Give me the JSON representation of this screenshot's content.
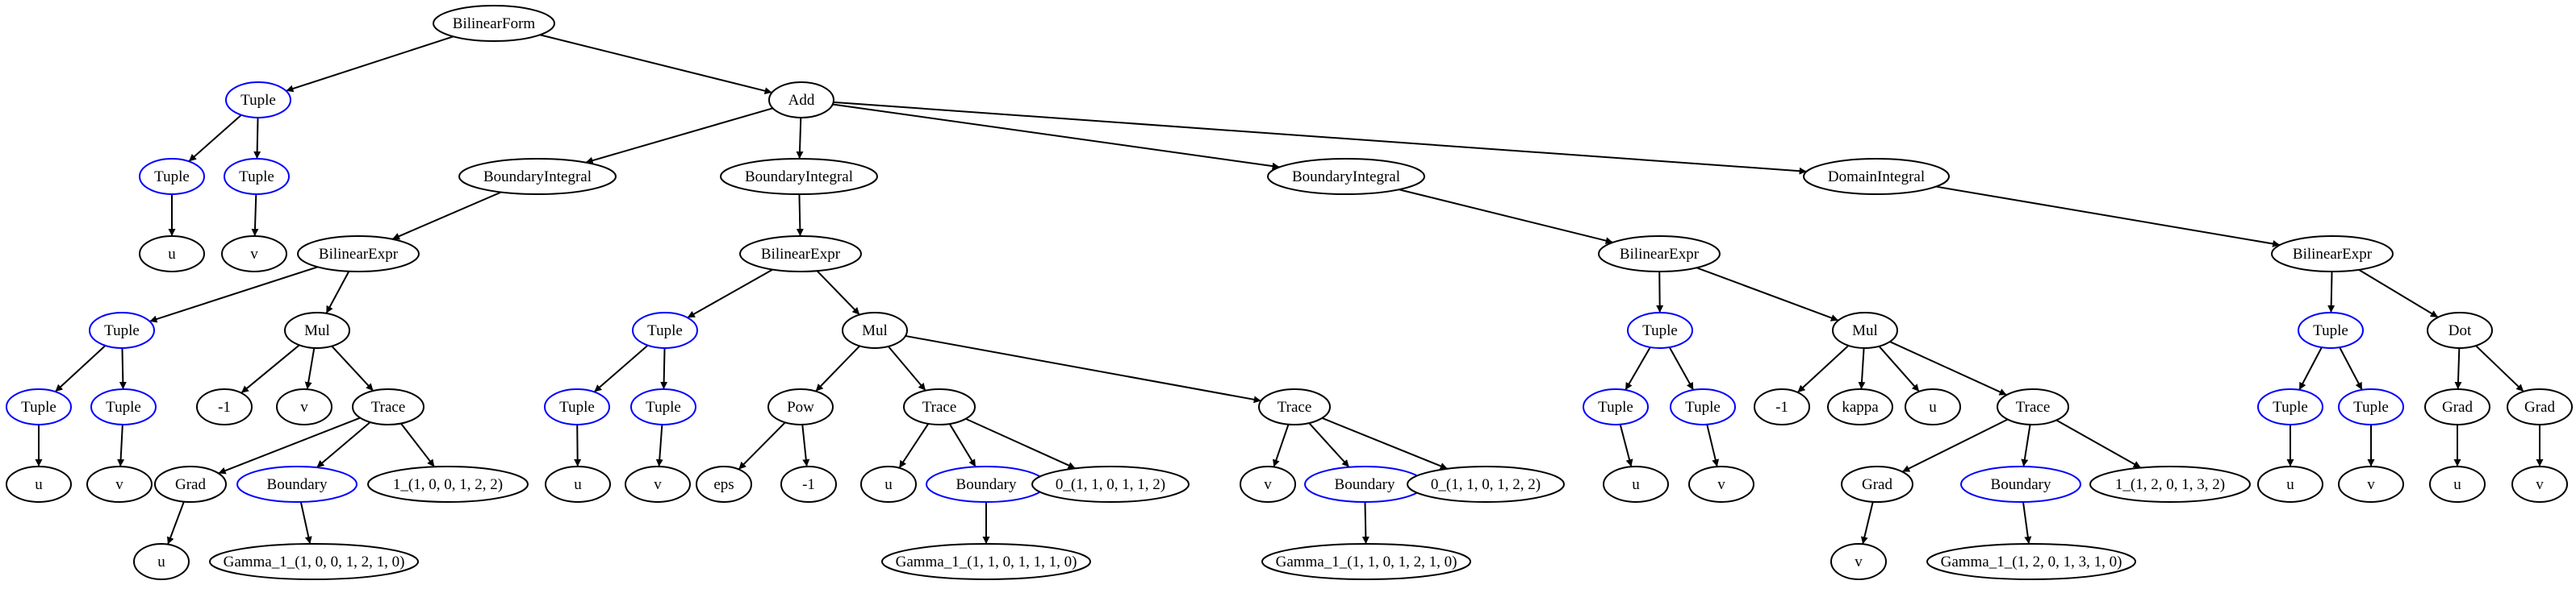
{
  "colors": {
    "default_stroke": "#000000",
    "tuple_stroke": "#0000ff",
    "boundary_stroke": "#0000ff",
    "text": "#000000",
    "background": "#ffffff"
  },
  "nodes": [
    {
      "id": "n0",
      "label": "BilinearForm",
      "kind": "default"
    },
    {
      "id": "n1",
      "label": "Tuple",
      "kind": "tuple"
    },
    {
      "id": "n2",
      "label": "Tuple",
      "kind": "tuple"
    },
    {
      "id": "n3",
      "label": "Tuple",
      "kind": "tuple"
    },
    {
      "id": "n4",
      "label": "u",
      "kind": "default"
    },
    {
      "id": "n5",
      "label": "v",
      "kind": "default"
    },
    {
      "id": "n6",
      "label": "Add",
      "kind": "default"
    },
    {
      "id": "n7",
      "label": "BoundaryIntegral",
      "kind": "default"
    },
    {
      "id": "n8",
      "label": "BoundaryIntegral",
      "kind": "default"
    },
    {
      "id": "n9",
      "label": "BoundaryIntegral",
      "kind": "default"
    },
    {
      "id": "n10",
      "label": "DomainIntegral",
      "kind": "default"
    },
    {
      "id": "n11",
      "label": "BilinearExpr",
      "kind": "default"
    },
    {
      "id": "n12",
      "label": "Tuple",
      "kind": "tuple"
    },
    {
      "id": "n13",
      "label": "Tuple",
      "kind": "tuple"
    },
    {
      "id": "n14",
      "label": "Tuple",
      "kind": "tuple"
    },
    {
      "id": "n15",
      "label": "u",
      "kind": "default"
    },
    {
      "id": "n16",
      "label": "v",
      "kind": "default"
    },
    {
      "id": "n17",
      "label": "Mul",
      "kind": "default"
    },
    {
      "id": "n18",
      "label": "-1",
      "kind": "default"
    },
    {
      "id": "n19",
      "label": "v",
      "kind": "default"
    },
    {
      "id": "n20",
      "label": "Trace",
      "kind": "default"
    },
    {
      "id": "n21",
      "label": "Grad",
      "kind": "default"
    },
    {
      "id": "n22",
      "label": "u",
      "kind": "default"
    },
    {
      "id": "n23",
      "label": "Boundary",
      "kind": "boundary"
    },
    {
      "id": "n24",
      "label": "Gamma_1_(1, 0, 0, 1, 2, 1, 0)",
      "kind": "default"
    },
    {
      "id": "n25",
      "label": "1_(1, 0, 0, 1, 2, 2)",
      "kind": "default"
    },
    {
      "id": "n26",
      "label": "BilinearExpr",
      "kind": "default"
    },
    {
      "id": "n27",
      "label": "Tuple",
      "kind": "tuple"
    },
    {
      "id": "n28",
      "label": "Tuple",
      "kind": "tuple"
    },
    {
      "id": "n29",
      "label": "Tuple",
      "kind": "tuple"
    },
    {
      "id": "n30",
      "label": "u",
      "kind": "default"
    },
    {
      "id": "n31",
      "label": "v",
      "kind": "default"
    },
    {
      "id": "n32",
      "label": "Mul",
      "kind": "default"
    },
    {
      "id": "n33",
      "label": "Pow",
      "kind": "default"
    },
    {
      "id": "n34",
      "label": "eps",
      "kind": "default"
    },
    {
      "id": "n35",
      "label": "-1",
      "kind": "default"
    },
    {
      "id": "n36",
      "label": "Trace",
      "kind": "default"
    },
    {
      "id": "n37",
      "label": "u",
      "kind": "default"
    },
    {
      "id": "n38",
      "label": "Boundary",
      "kind": "boundary"
    },
    {
      "id": "n39",
      "label": "Gamma_1_(1, 1, 0, 1, 1, 1, 0)",
      "kind": "default"
    },
    {
      "id": "n40",
      "label": "0_(1, 1, 0, 1, 1, 2)",
      "kind": "default"
    },
    {
      "id": "n41",
      "label": "Trace",
      "kind": "default"
    },
    {
      "id": "n42",
      "label": "v",
      "kind": "default"
    },
    {
      "id": "n43",
      "label": "Boundary",
      "kind": "boundary"
    },
    {
      "id": "n44",
      "label": "Gamma_1_(1, 1, 0, 1, 2, 1, 0)",
      "kind": "default"
    },
    {
      "id": "n45",
      "label": "0_(1, 1, 0, 1, 2, 2)",
      "kind": "default"
    },
    {
      "id": "n46",
      "label": "BilinearExpr",
      "kind": "default"
    },
    {
      "id": "n47",
      "label": "Tuple",
      "kind": "tuple"
    },
    {
      "id": "n48",
      "label": "Tuple",
      "kind": "tuple"
    },
    {
      "id": "n49",
      "label": "Tuple",
      "kind": "tuple"
    },
    {
      "id": "n50",
      "label": "u",
      "kind": "default"
    },
    {
      "id": "n51",
      "label": "v",
      "kind": "default"
    },
    {
      "id": "n52",
      "label": "Mul",
      "kind": "default"
    },
    {
      "id": "n53",
      "label": "-1",
      "kind": "default"
    },
    {
      "id": "n54",
      "label": "kappa",
      "kind": "default"
    },
    {
      "id": "n55",
      "label": "u",
      "kind": "default"
    },
    {
      "id": "n56",
      "label": "Trace",
      "kind": "default"
    },
    {
      "id": "n57",
      "label": "Grad",
      "kind": "default"
    },
    {
      "id": "n58",
      "label": "v",
      "kind": "default"
    },
    {
      "id": "n59",
      "label": "Boundary",
      "kind": "boundary"
    },
    {
      "id": "n60",
      "label": "Gamma_1_(1, 2, 0, 1, 3, 1, 0)",
      "kind": "default"
    },
    {
      "id": "n61",
      "label": "1_(1, 2, 0, 1, 3, 2)",
      "kind": "default"
    },
    {
      "id": "n62",
      "label": "BilinearExpr",
      "kind": "default"
    },
    {
      "id": "n63",
      "label": "Tuple",
      "kind": "tuple"
    },
    {
      "id": "n64",
      "label": "Tuple",
      "kind": "tuple"
    },
    {
      "id": "n65",
      "label": "Tuple",
      "kind": "tuple"
    },
    {
      "id": "n66",
      "label": "u",
      "kind": "default"
    },
    {
      "id": "n67",
      "label": "v",
      "kind": "default"
    },
    {
      "id": "n68",
      "label": "Dot",
      "kind": "default"
    },
    {
      "id": "n69",
      "label": "Grad",
      "kind": "default"
    },
    {
      "id": "n70",
      "label": "u",
      "kind": "default"
    },
    {
      "id": "n71",
      "label": "Grad",
      "kind": "default"
    },
    {
      "id": "n72",
      "label": "v",
      "kind": "default"
    }
  ],
  "edges": [
    [
      "n0",
      "n1"
    ],
    [
      "n0",
      "n6"
    ],
    [
      "n1",
      "n2"
    ],
    [
      "n1",
      "n3"
    ],
    [
      "n2",
      "n4"
    ],
    [
      "n3",
      "n5"
    ],
    [
      "n6",
      "n7"
    ],
    [
      "n6",
      "n8"
    ],
    [
      "n6",
      "n9"
    ],
    [
      "n6",
      "n10"
    ],
    [
      "n7",
      "n11"
    ],
    [
      "n11",
      "n12"
    ],
    [
      "n11",
      "n17"
    ],
    [
      "n12",
      "n13"
    ],
    [
      "n12",
      "n14"
    ],
    [
      "n13",
      "n15"
    ],
    [
      "n14",
      "n16"
    ],
    [
      "n17",
      "n18"
    ],
    [
      "n17",
      "n19"
    ],
    [
      "n17",
      "n20"
    ],
    [
      "n20",
      "n21"
    ],
    [
      "n20",
      "n23"
    ],
    [
      "n20",
      "n25"
    ],
    [
      "n21",
      "n22"
    ],
    [
      "n23",
      "n24"
    ],
    [
      "n8",
      "n26"
    ],
    [
      "n26",
      "n27"
    ],
    [
      "n26",
      "n32"
    ],
    [
      "n27",
      "n28"
    ],
    [
      "n27",
      "n29"
    ],
    [
      "n28",
      "n30"
    ],
    [
      "n29",
      "n31"
    ],
    [
      "n32",
      "n33"
    ],
    [
      "n32",
      "n36"
    ],
    [
      "n32",
      "n41"
    ],
    [
      "n33",
      "n34"
    ],
    [
      "n33",
      "n35"
    ],
    [
      "n36",
      "n37"
    ],
    [
      "n36",
      "n38"
    ],
    [
      "n36",
      "n40"
    ],
    [
      "n38",
      "n39"
    ],
    [
      "n41",
      "n42"
    ],
    [
      "n41",
      "n43"
    ],
    [
      "n41",
      "n45"
    ],
    [
      "n43",
      "n44"
    ],
    [
      "n9",
      "n46"
    ],
    [
      "n46",
      "n47"
    ],
    [
      "n46",
      "n52"
    ],
    [
      "n47",
      "n48"
    ],
    [
      "n47",
      "n49"
    ],
    [
      "n48",
      "n50"
    ],
    [
      "n49",
      "n51"
    ],
    [
      "n52",
      "n53"
    ],
    [
      "n52",
      "n54"
    ],
    [
      "n52",
      "n55"
    ],
    [
      "n52",
      "n56"
    ],
    [
      "n56",
      "n57"
    ],
    [
      "n56",
      "n59"
    ],
    [
      "n56",
      "n61"
    ],
    [
      "n57",
      "n58"
    ],
    [
      "n59",
      "n60"
    ],
    [
      "n10",
      "n62"
    ],
    [
      "n62",
      "n63"
    ],
    [
      "n62",
      "n68"
    ],
    [
      "n63",
      "n64"
    ],
    [
      "n63",
      "n65"
    ],
    [
      "n64",
      "n66"
    ],
    [
      "n65",
      "n67"
    ],
    [
      "n68",
      "n69"
    ],
    [
      "n68",
      "n71"
    ],
    [
      "n69",
      "n70"
    ],
    [
      "n71",
      "n72"
    ]
  ]
}
